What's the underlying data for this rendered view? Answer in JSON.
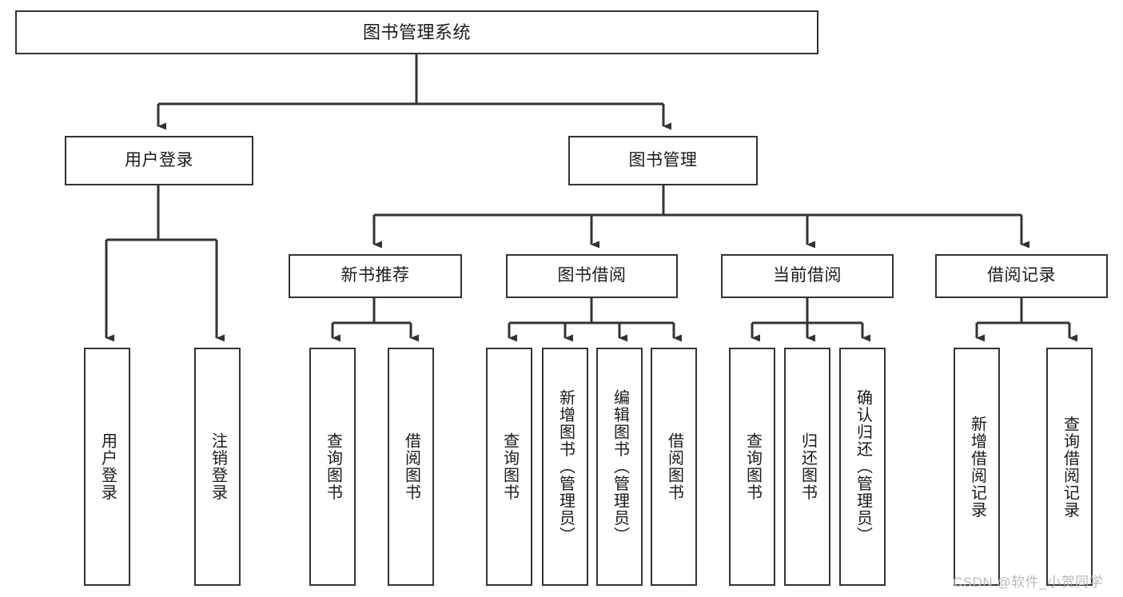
{
  "diagram": {
    "title": "图书管理系统",
    "type": "tree-hierarchy",
    "accent_color": "#333333",
    "text_color": "#1a1a1a",
    "background_color": "#ffffff"
  },
  "nodes": {
    "root": {
      "label": "图书管理系统"
    },
    "level2": [
      {
        "id": "user-login",
        "label": "用户登录"
      },
      {
        "id": "book-manage",
        "label": "图书管理"
      }
    ],
    "level3": [
      {
        "id": "new-book-recommend",
        "label": "新书推荐"
      },
      {
        "id": "book-borrow",
        "label": "图书借阅"
      },
      {
        "id": "current-borrow",
        "label": "当前借阅"
      },
      {
        "id": "borrow-record",
        "label": "借阅记录"
      }
    ],
    "leaves": {
      "user_login": [
        {
          "id": "leaf-user-login",
          "label": "用户登录"
        },
        {
          "id": "leaf-logout-login",
          "label": "注销登录"
        }
      ],
      "new_book_recommend": [
        {
          "id": "leaf-query-book-1",
          "label": "查询图书"
        },
        {
          "id": "leaf-borrow-book-1",
          "label": "借阅图书"
        }
      ],
      "book_borrow": [
        {
          "id": "leaf-query-book-2",
          "label": "查询图书"
        },
        {
          "id": "leaf-add-book",
          "label": "新增图书（管理员）"
        },
        {
          "id": "leaf-edit-book",
          "label": "编辑图书（管理员）"
        },
        {
          "id": "leaf-borrow-book-2",
          "label": "借阅图书"
        }
      ],
      "current_borrow": [
        {
          "id": "leaf-query-book-3",
          "label": "查询图书"
        },
        {
          "id": "leaf-return-book",
          "label": "归还图书"
        },
        {
          "id": "leaf-confirm-return",
          "label": "确认归还（管理员）"
        }
      ],
      "borrow_record": [
        {
          "id": "leaf-add-record",
          "label": "新增借阅记录"
        },
        {
          "id": "leaf-query-record",
          "label": "查询借阅记录"
        }
      ]
    }
  },
  "watermark": {
    "text": "CSDN @软件_小贺同学"
  }
}
